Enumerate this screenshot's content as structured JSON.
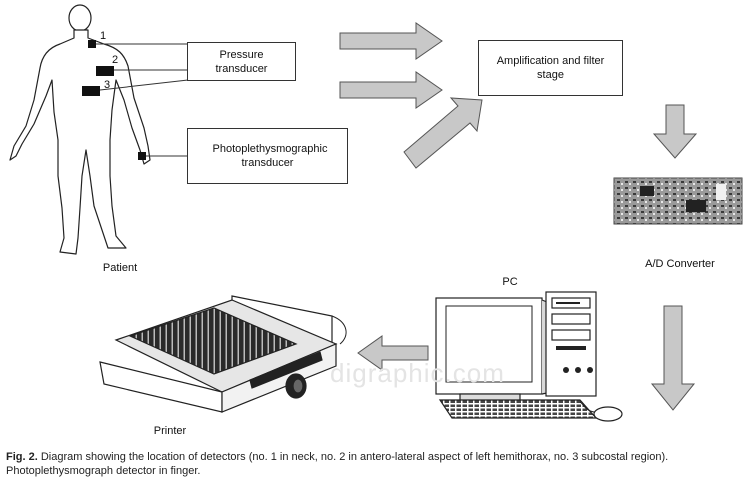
{
  "labels": {
    "detector_1": "1",
    "detector_2": "2",
    "detector_3": "3",
    "patient": "Patient",
    "pressure_transducer": "Pressure transducer",
    "ppg_transducer": "Photoplethysmographic transducer",
    "amplification": "Amplification and filter stage",
    "ad_converter": "A/D Converter",
    "pc": "PC",
    "printer": "Printer"
  },
  "watermark": "digraphic.com",
  "caption": {
    "figure": "Fig. 2.",
    "text": "Diagram showing the location of detectors (no. 1 in neck, no. 2 in antero-lateral aspect of left hemithorax, no. 3 subcostal region). Photoplethysmograph detector in finger."
  },
  "colors": {
    "arrow_fill": "#c8c8c8",
    "arrow_stroke": "#555555",
    "line": "#333333"
  }
}
